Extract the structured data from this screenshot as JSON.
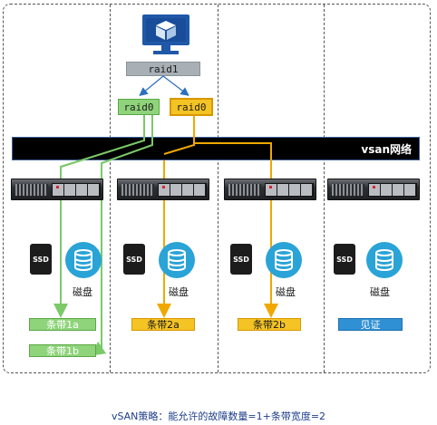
{
  "raid1": "raid1",
  "raid0_left": "raid0",
  "raid0_right": "raid0",
  "network": "vsan网络",
  "hosts": [
    {
      "ssd": "SSD",
      "disk": "磁盘"
    },
    {
      "ssd": "SSD",
      "disk": "磁盘"
    },
    {
      "ssd": "SSD",
      "disk": "磁盘"
    },
    {
      "ssd": "SSD",
      "disk": "磁盘"
    }
  ],
  "stripes": {
    "s1a": "条带1a",
    "s1b": "条带1b",
    "s2a": "条带2a",
    "s2b": "条带2b",
    "witness": "见证"
  },
  "caption": "vSAN策略：能允许的故障数量=1+条带宽度=2",
  "colors": {
    "green": "#8fd47a",
    "yellow": "#f4c324",
    "blue": "#2f90d4",
    "network": "#000000"
  },
  "icons": [
    "vm-monitor-icon",
    "server-icon",
    "ssd-icon",
    "disk-icon"
  ]
}
